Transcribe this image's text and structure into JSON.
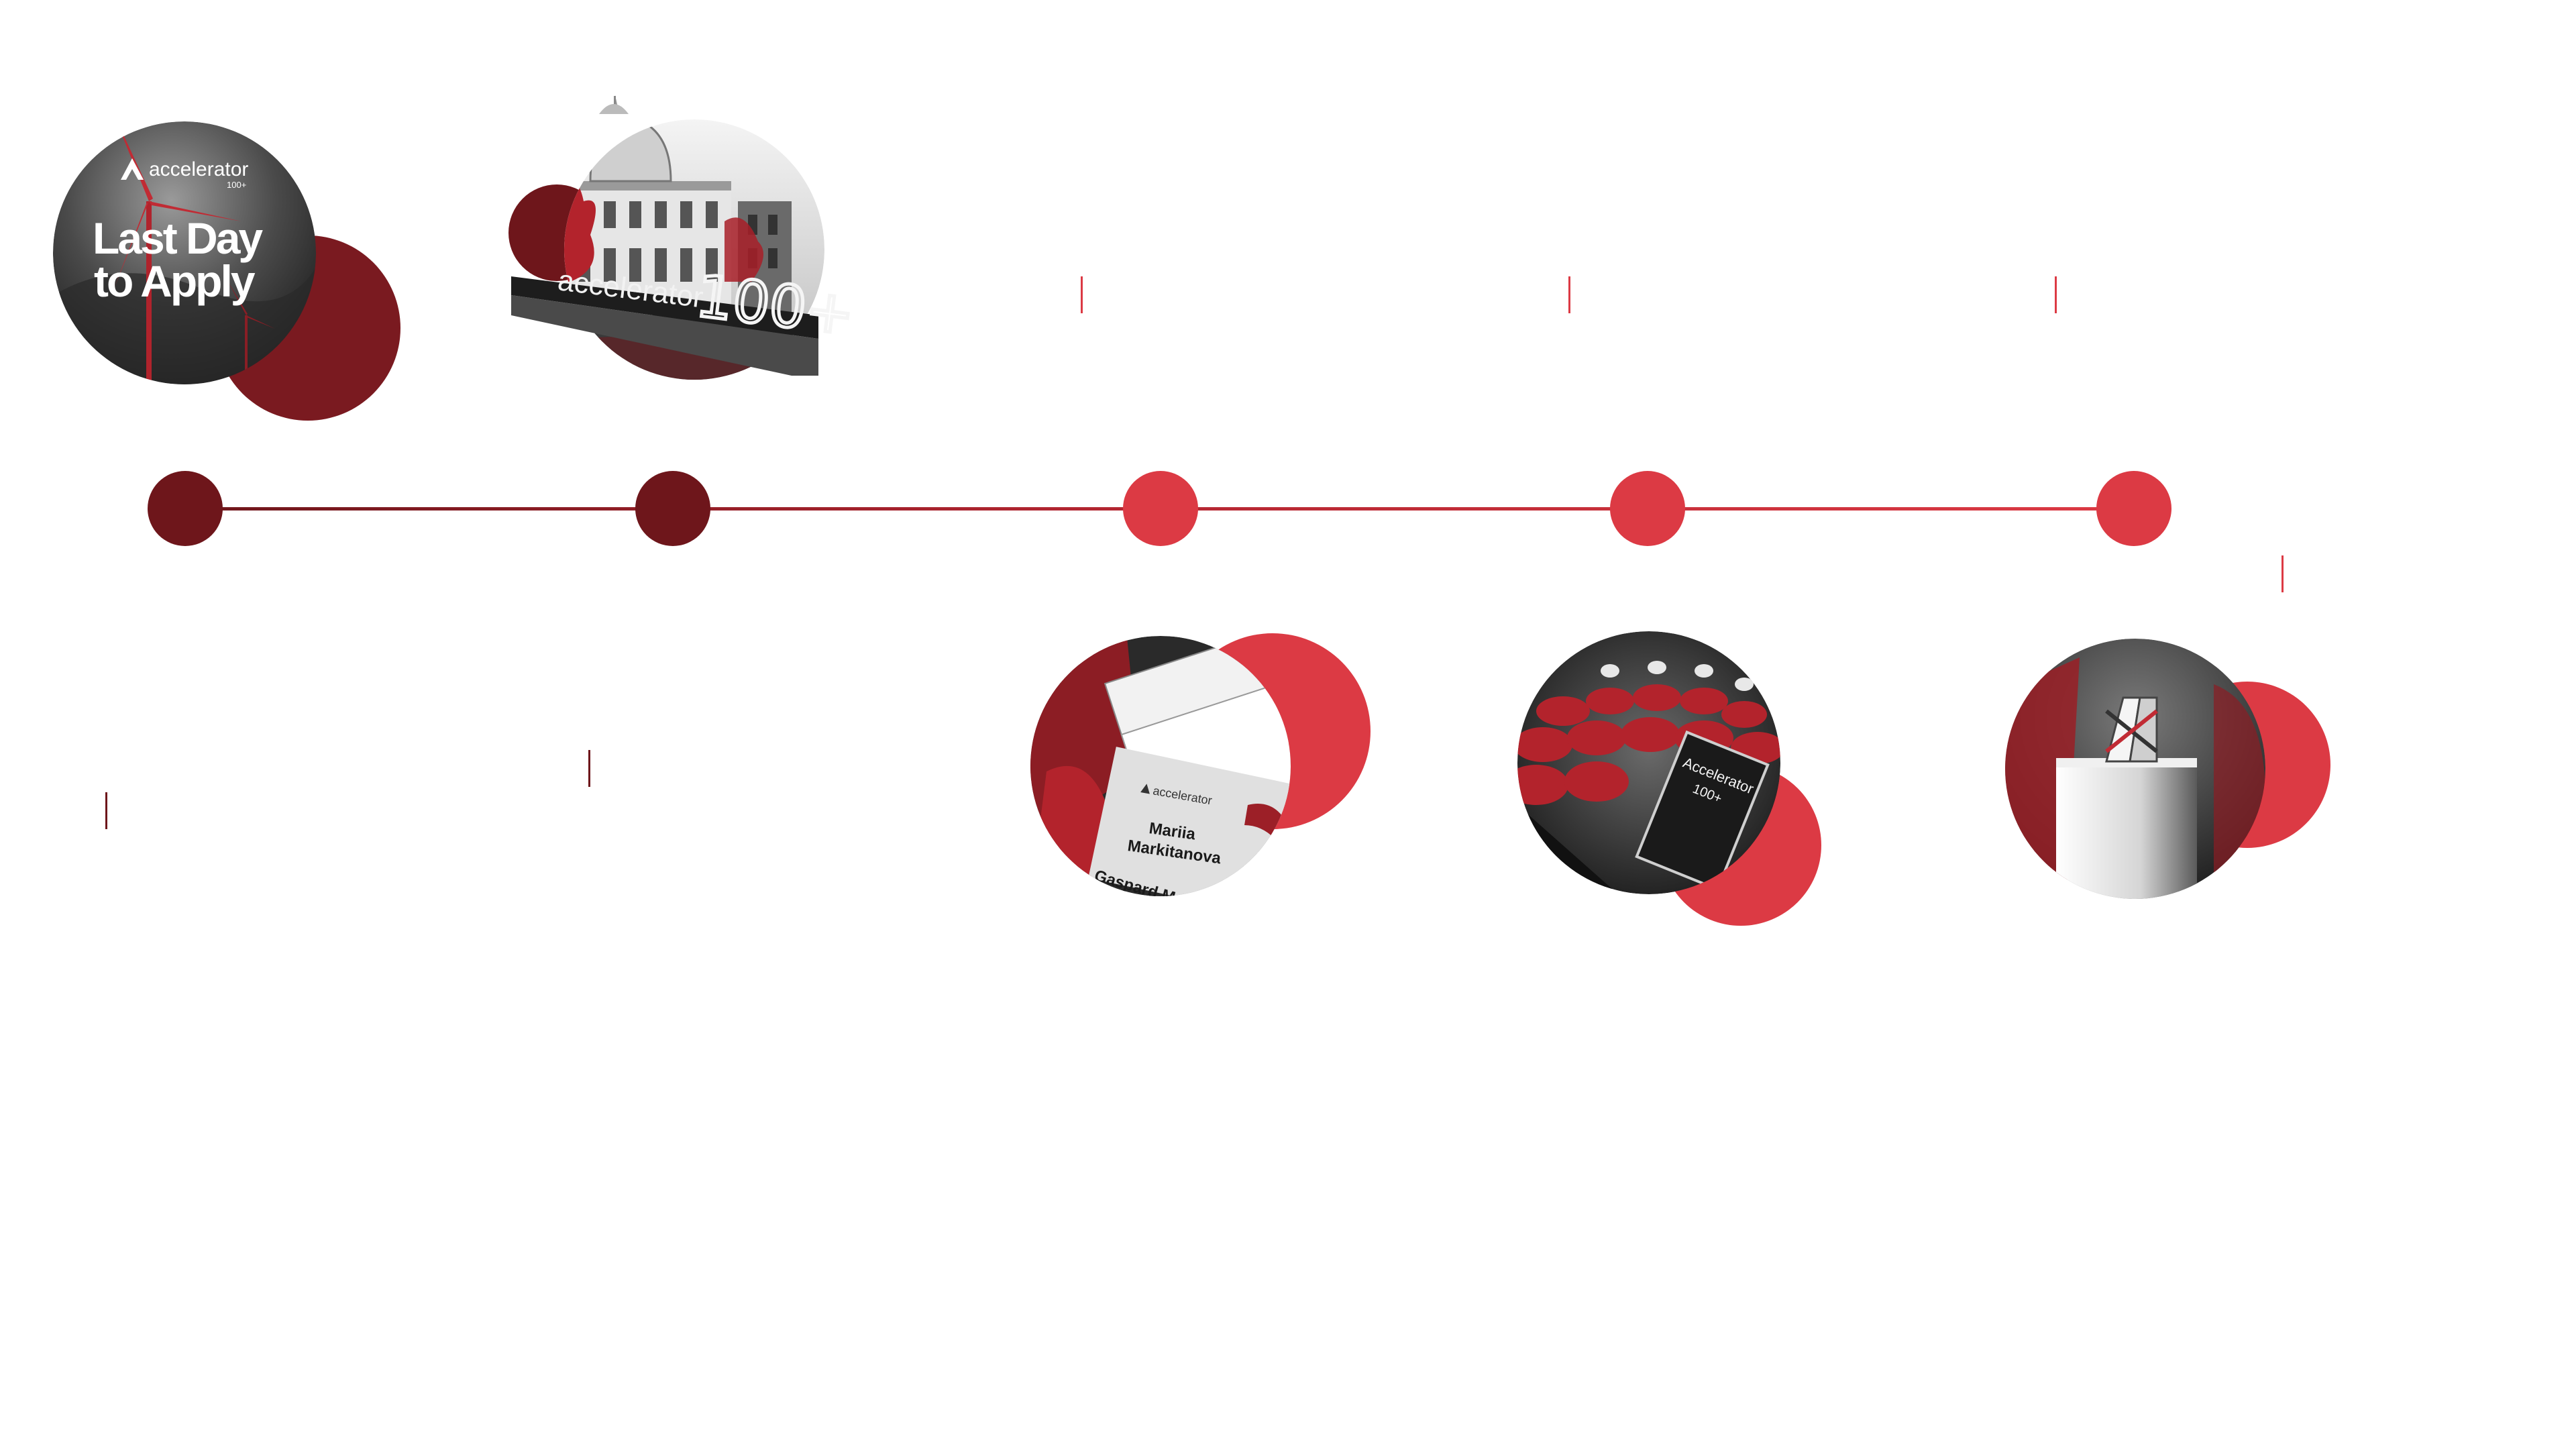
{
  "colors": {
    "dark_red": "#6e161b",
    "red": "#dc3a44",
    "line_red": "#d8343e",
    "marker": "#dc3a44"
  },
  "milestone_1": {
    "image": "last-day-to-apply-poster",
    "brand": "accelerator",
    "brand_sub": "100+",
    "title_line_1": "Last Day",
    "title_line_2": "to Apply"
  },
  "milestone_2": {
    "image": "building-with-accelerator-sign",
    "sign_brand": "accelerator",
    "sign_number": "100+"
  },
  "milestone_3": {
    "image": "name-badges-photo",
    "badge_brand": "accelerator",
    "name_first": "Mariia",
    "name_last": "Markitanova",
    "name_second": "Gaspard Martin"
  },
  "milestone_4": {
    "image": "audience-event-photo",
    "screen_brand": "Accelerator",
    "screen_number": "100+"
  },
  "milestone_5": {
    "image": "award-trophy-photo"
  }
}
